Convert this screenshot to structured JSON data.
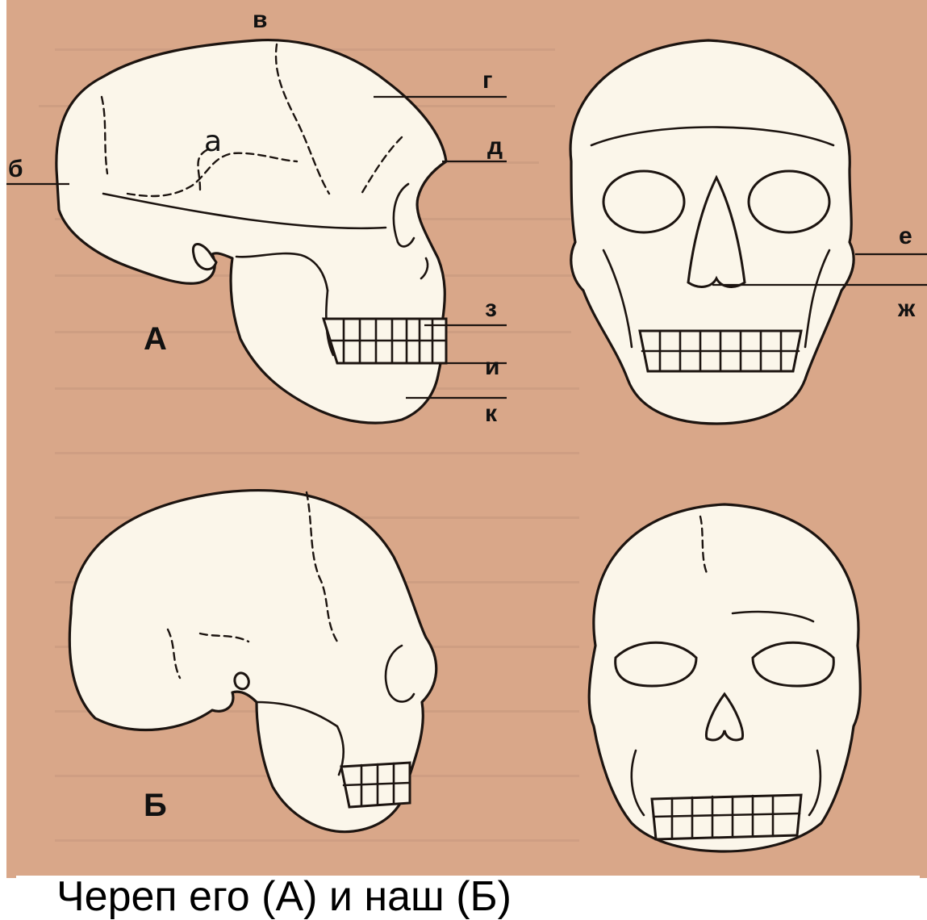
{
  "labels": {
    "a": "а",
    "b": "б",
    "v": "в",
    "g": "г",
    "d": "д",
    "e": "е",
    "zh": "ж",
    "z": "з",
    "i": "и",
    "k": "к",
    "skull_A": "А",
    "skull_B": "Б"
  },
  "caption": "Череп его (А) и наш (Б)",
  "colors": {
    "page_background": "#d9a789",
    "skull_fill": "#fbf6ea",
    "ink": "#1c1410"
  }
}
